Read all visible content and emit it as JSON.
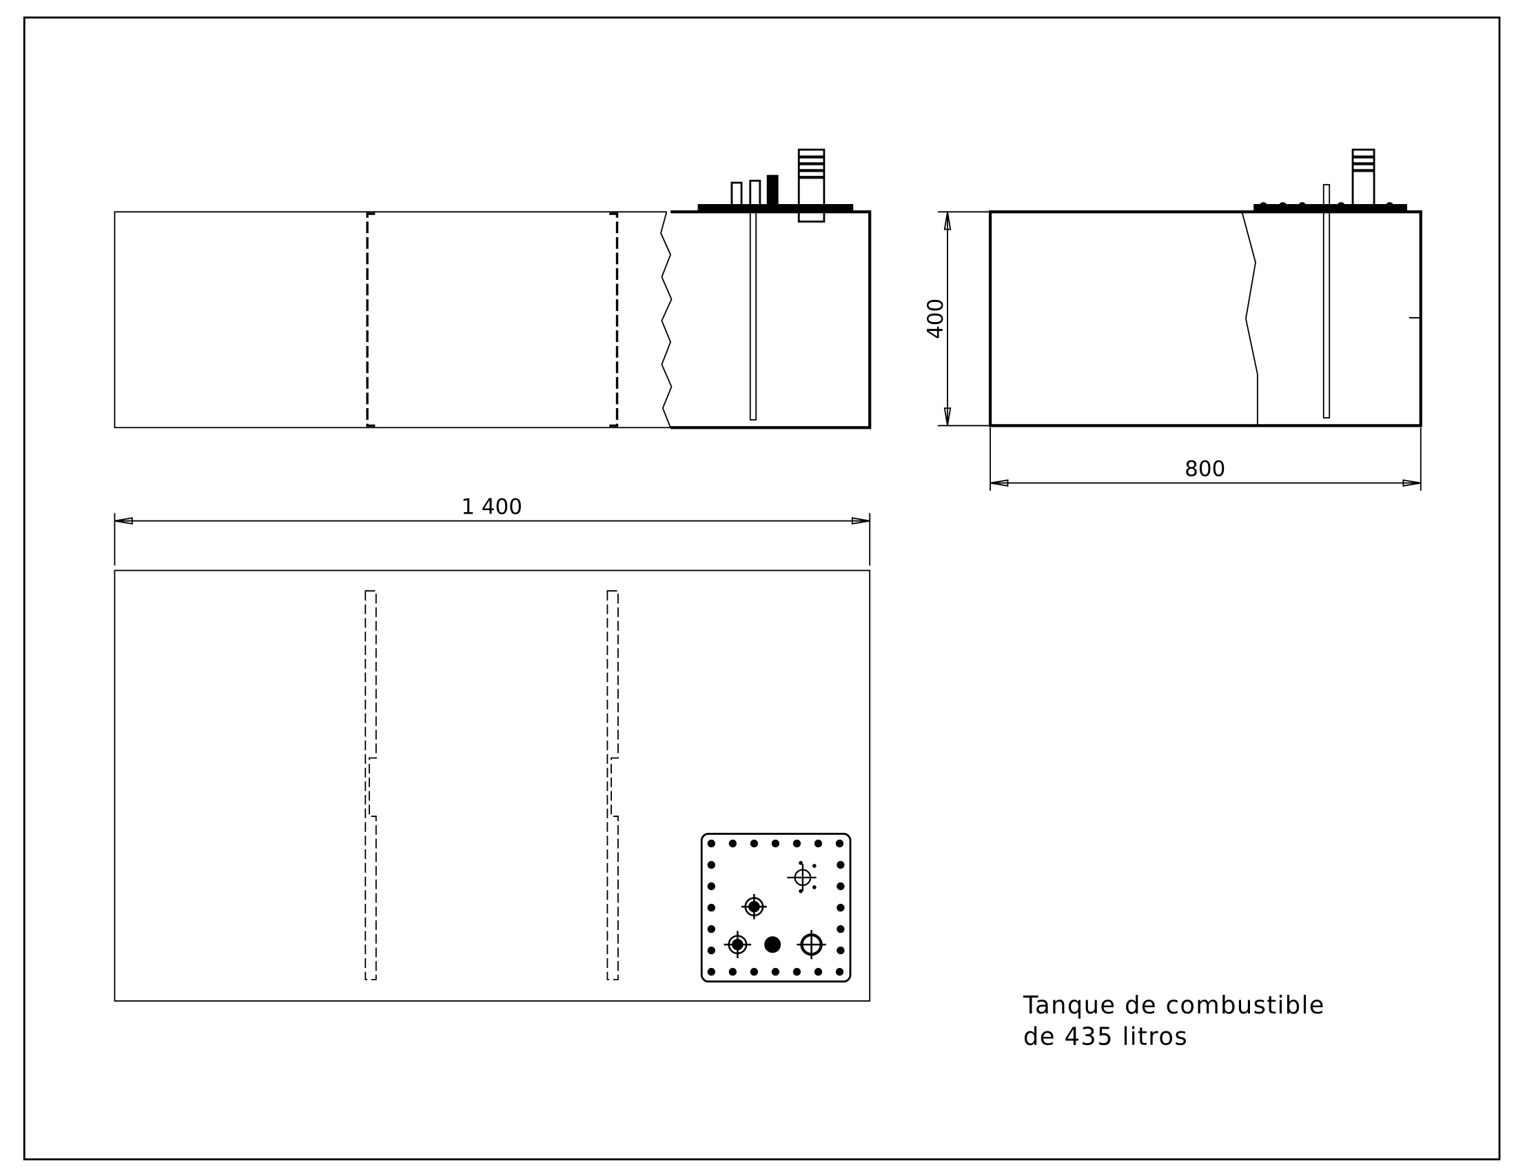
{
  "drawing": {
    "title_line1": "Tanque de combustible",
    "title_line2": "de 435 litros",
    "dimensions": {
      "length": "1 400",
      "width": "800",
      "height": "400"
    },
    "colors": {
      "line": "#000000",
      "background": "#ffffff"
    }
  }
}
